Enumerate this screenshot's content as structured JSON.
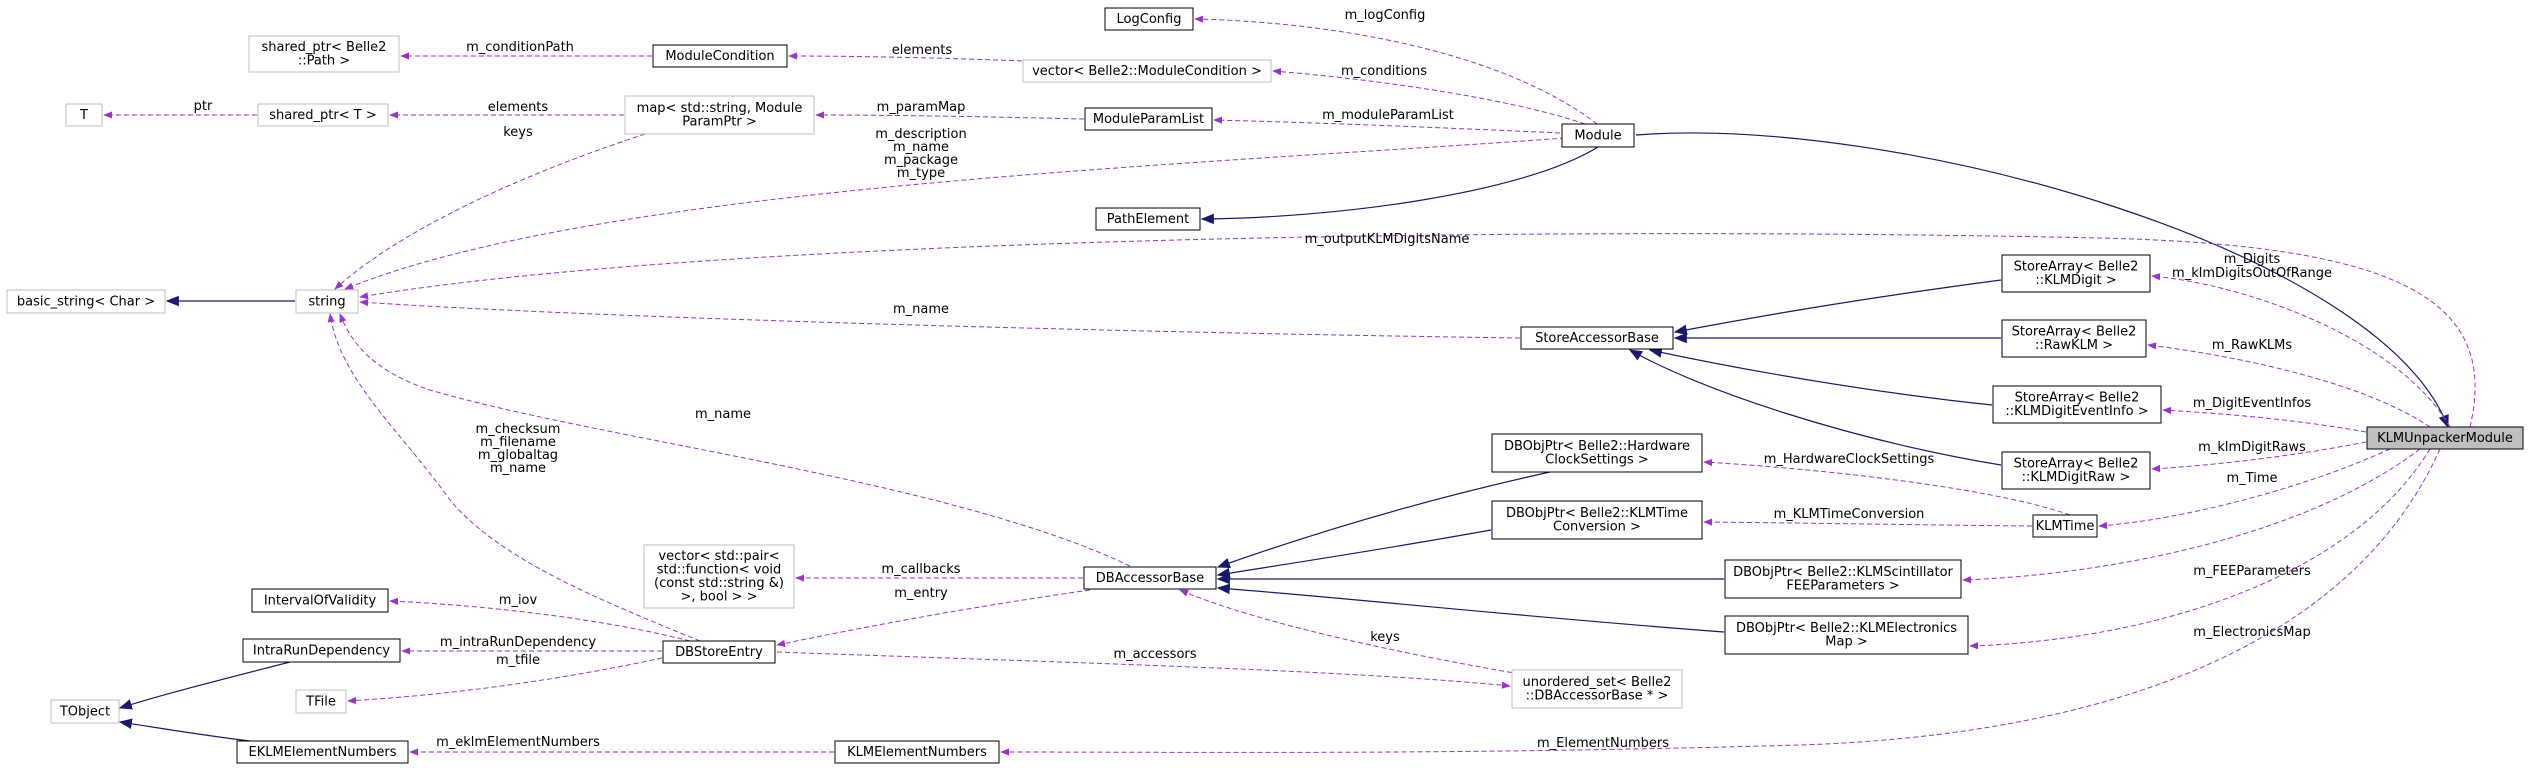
{
  "colors": {
    "inherit_edge": "#191970",
    "usage_edge": "#9a32cd",
    "node_border_documented": "#000000",
    "node_border_external": "#bfbfbf",
    "highlight_fill": "#bfbfbf",
    "background": "#ffffff"
  },
  "nodes": [
    {
      "id": "klmunpacker",
      "lines": [
        "KLMUnpackerModule"
      ],
      "style": "highlight"
    },
    {
      "id": "module",
      "lines": [
        "Module"
      ],
      "style": "documented"
    },
    {
      "id": "logconfig",
      "lines": [
        "LogConfig"
      ],
      "style": "documented"
    },
    {
      "id": "vecmodcond",
      "lines": [
        "vector< Belle2::ModuleCondition >"
      ],
      "style": "external"
    },
    {
      "id": "modcond",
      "lines": [
        "ModuleCondition"
      ],
      "style": "documented"
    },
    {
      "id": "sharedpath",
      "lines": [
        "shared_ptr< Belle2",
        "::Path >"
      ],
      "style": "external"
    },
    {
      "id": "modparamlist",
      "lines": [
        "ModuleParamList"
      ],
      "style": "documented"
    },
    {
      "id": "mapparam",
      "lines": [
        "map< std::string, Module",
        "ParamPtr >"
      ],
      "style": "external"
    },
    {
      "id": "sharedT",
      "lines": [
        "shared_ptr< T >"
      ],
      "style": "external"
    },
    {
      "id": "T",
      "lines": [
        "T"
      ],
      "style": "external"
    },
    {
      "id": "pathelement",
      "lines": [
        "PathElement"
      ],
      "style": "documented"
    },
    {
      "id": "string",
      "lines": [
        "string"
      ],
      "style": "external"
    },
    {
      "id": "basicstring",
      "lines": [
        "basic_string< Char >"
      ],
      "style": "external"
    },
    {
      "id": "storeaccessor",
      "lines": [
        "StoreAccessorBase"
      ],
      "style": "documented"
    },
    {
      "id": "sa_klmdigit",
      "lines": [
        "StoreArray< Belle2",
        "::KLMDigit >"
      ],
      "style": "documented"
    },
    {
      "id": "sa_rawklm",
      "lines": [
        "StoreArray< Belle2",
        "::RawKLM >"
      ],
      "style": "documented"
    },
    {
      "id": "sa_digitevent",
      "lines": [
        "StoreArray< Belle2",
        "::KLMDigitEventInfo >"
      ],
      "style": "documented"
    },
    {
      "id": "sa_digitraw",
      "lines": [
        "StoreArray< Belle2",
        "::KLMDigitRaw >"
      ],
      "style": "documented"
    },
    {
      "id": "db_hwclock",
      "lines": [
        "DBObjPtr< Belle2::Hardware",
        "ClockSettings >"
      ],
      "style": "documented"
    },
    {
      "id": "db_klmtime",
      "lines": [
        "DBObjPtr< Belle2::KLMTime",
        "Conversion >"
      ],
      "style": "documented"
    },
    {
      "id": "klmtime",
      "lines": [
        "KLMTime"
      ],
      "style": "documented"
    },
    {
      "id": "db_scint",
      "lines": [
        "DBObjPtr< Belle2::KLMScintillator",
        "FEEParameters >"
      ],
      "style": "documented"
    },
    {
      "id": "db_elecmap",
      "lines": [
        "DBObjPtr< Belle2::KLMElectronics",
        "Map >"
      ],
      "style": "documented"
    },
    {
      "id": "dbaccessor",
      "lines": [
        "DBAccessorBase"
      ],
      "style": "documented"
    },
    {
      "id": "vecpair",
      "lines": [
        "vector< std::pair<",
        "std::function< void",
        "(const std::string &)",
        ">, bool > >"
      ],
      "style": "external"
    },
    {
      "id": "dbstoreentry",
      "lines": [
        "DBStoreEntry"
      ],
      "style": "documented"
    },
    {
      "id": "iov",
      "lines": [
        "IntervalOfValidity"
      ],
      "style": "documented"
    },
    {
      "id": "intrarun",
      "lines": [
        "IntraRunDependency"
      ],
      "style": "documented"
    },
    {
      "id": "tfile",
      "lines": [
        "TFile"
      ],
      "style": "external"
    },
    {
      "id": "tobject",
      "lines": [
        "TObject"
      ],
      "style": "external"
    },
    {
      "id": "eklm",
      "lines": [
        "EKLMElementNumbers"
      ],
      "style": "documented"
    },
    {
      "id": "klmelem",
      "lines": [
        "KLMElementNumbers"
      ],
      "style": "documented"
    },
    {
      "id": "unorderedset",
      "lines": [
        "unordered_set< Belle2",
        "::DBAccessorBase * >"
      ],
      "style": "external"
    }
  ],
  "edges": [
    {
      "id": "e_module_klm",
      "kind": "inherit",
      "labels": []
    },
    {
      "id": "e_logconfig",
      "kind": "usage",
      "labels": [
        "m_logConfig"
      ]
    },
    {
      "id": "e_conditions",
      "kind": "usage",
      "labels": [
        "m_conditions"
      ]
    },
    {
      "id": "e_elements_mc",
      "kind": "usage",
      "labels": [
        "elements"
      ]
    },
    {
      "id": "e_condpath",
      "kind": "usage",
      "labels": [
        "m_conditionPath"
      ]
    },
    {
      "id": "e_modparamlist",
      "kind": "usage",
      "labels": [
        "m_moduleParamList"
      ]
    },
    {
      "id": "e_parammap",
      "kind": "usage",
      "labels": [
        "m_paramMap"
      ]
    },
    {
      "id": "e_elements_sT",
      "kind": "usage",
      "labels": [
        "elements"
      ]
    },
    {
      "id": "e_ptr",
      "kind": "usage",
      "labels": [
        "ptr"
      ]
    },
    {
      "id": "e_keys_map",
      "kind": "usage",
      "labels": [
        "keys"
      ]
    },
    {
      "id": "e_module_string",
      "kind": "usage",
      "labels": [
        "m_description",
        "m_name",
        "m_package",
        "m_type"
      ]
    },
    {
      "id": "e_pathelement",
      "kind": "inherit",
      "labels": []
    },
    {
      "id": "e_outdigitsname",
      "kind": "usage",
      "labels": [
        "m_outputKLMDigitsName"
      ]
    },
    {
      "id": "e_basicstring",
      "kind": "inherit",
      "labels": []
    },
    {
      "id": "e_sa_name",
      "kind": "usage",
      "labels": [
        "m_name"
      ]
    },
    {
      "id": "e_inh_sa1",
      "kind": "inherit",
      "labels": []
    },
    {
      "id": "e_inh_sa2",
      "kind": "inherit",
      "labels": []
    },
    {
      "id": "e_inh_sa3",
      "kind": "inherit",
      "labels": []
    },
    {
      "id": "e_inh_sa4",
      "kind": "inherit",
      "labels": []
    },
    {
      "id": "e_digits",
      "kind": "usage",
      "labels": [
        "m_Digits",
        "m_klmDigitsOutOfRange"
      ]
    },
    {
      "id": "e_rawklms",
      "kind": "usage",
      "labels": [
        "m_RawKLMs"
      ]
    },
    {
      "id": "e_digitevent",
      "kind": "usage",
      "labels": [
        "m_DigitEventInfos"
      ]
    },
    {
      "id": "e_digitraws",
      "kind": "usage",
      "labels": [
        "m_klmDigitRaws"
      ]
    },
    {
      "id": "e_time",
      "kind": "usage",
      "labels": [
        "m_Time"
      ]
    },
    {
      "id": "e_hwclock",
      "kind": "usage",
      "labels": [
        "m_HardwareClockSettings"
      ]
    },
    {
      "id": "e_klmtimeconv",
      "kind": "usage",
      "labels": [
        "m_KLMTimeConversion"
      ]
    },
    {
      "id": "e_feeparams",
      "kind": "usage",
      "labels": [
        "m_FEEParameters"
      ]
    },
    {
      "id": "e_elecmap",
      "kind": "usage",
      "labels": [
        "m_ElectronicsMap"
      ]
    },
    {
      "id": "e_inh_db1",
      "kind": "inherit",
      "labels": []
    },
    {
      "id": "e_inh_db2",
      "kind": "inherit",
      "labels": []
    },
    {
      "id": "e_inh_db3",
      "kind": "inherit",
      "labels": []
    },
    {
      "id": "e_inh_db4",
      "kind": "inherit",
      "labels": []
    },
    {
      "id": "e_db_name",
      "kind": "usage",
      "labels": [
        "m_name"
      ]
    },
    {
      "id": "e_callbacks",
      "kind": "usage",
      "labels": [
        "m_callbacks"
      ]
    },
    {
      "id": "e_entry",
      "kind": "usage",
      "labels": [
        "m_entry"
      ]
    },
    {
      "id": "e_keys_us",
      "kind": "usage",
      "labels": [
        "keys"
      ]
    },
    {
      "id": "e_accessors",
      "kind": "usage",
      "labels": [
        "m_accessors"
      ]
    },
    {
      "id": "e_dbse_string",
      "kind": "usage",
      "labels": [
        "m_checksum",
        "m_filename",
        "m_globaltag",
        "m_name"
      ]
    },
    {
      "id": "e_iov",
      "kind": "usage",
      "labels": [
        "m_iov"
      ]
    },
    {
      "id": "e_intrarun",
      "kind": "usage",
      "labels": [
        "m_intraRunDependency"
      ]
    },
    {
      "id": "e_tfile",
      "kind": "usage",
      "labels": [
        "m_tfile"
      ]
    },
    {
      "id": "e_inh_tobj1",
      "kind": "inherit",
      "labels": []
    },
    {
      "id": "e_inh_tobj2",
      "kind": "inherit",
      "labels": []
    },
    {
      "id": "e_eklm",
      "kind": "usage",
      "labels": [
        "m_eklmElementNumbers"
      ]
    },
    {
      "id": "e_elemnumbers",
      "kind": "usage",
      "labels": [
        "m_ElementNumbers"
      ]
    }
  ]
}
